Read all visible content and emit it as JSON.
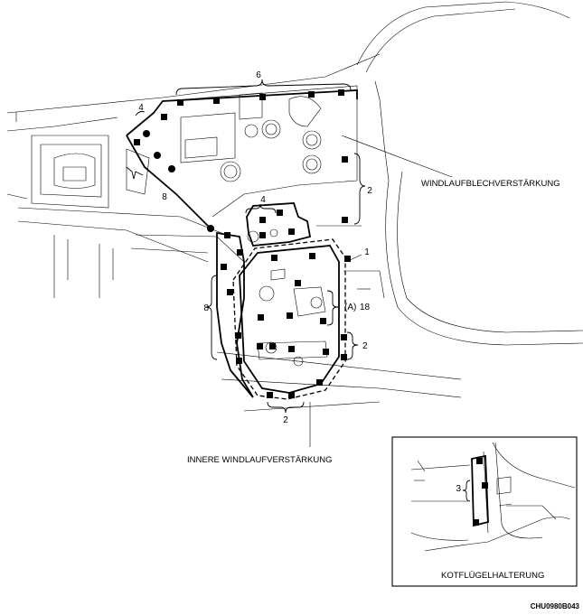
{
  "callouts": {
    "fender_apron_reinforcement": "WINDLAUFBLECHVERSTÄRKUNG",
    "inner_fender_apron_reinforcement": "INNERE WINDLAUFVERSTÄRKUNG",
    "fender_bracket": "KOTFLÜGELHALTERUNG",
    "part_a": "(A)"
  },
  "counts": {
    "top_6": "6",
    "upper_left_4": "4",
    "left_diag_8": "8",
    "center_4": "4",
    "right_2_upper": "2",
    "right_1": "1",
    "right_18": "18",
    "left_8_lower": "8",
    "right_2_lower": "2",
    "bottom_2": "2",
    "inset_3": "3"
  },
  "figure_code": "CHU0980B043"
}
